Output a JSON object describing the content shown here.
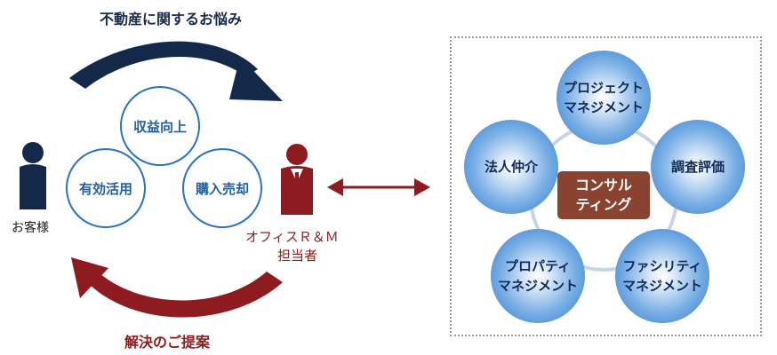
{
  "top_caption": "不動産に関するお悩み",
  "bottom_caption": "解決のご提案",
  "customer_label": "お客様",
  "agent_label_line1": "オフィスＲ＆Ｍ",
  "agent_label_line2": "担当者",
  "left_circles": [
    "収益向上",
    "有効活用",
    "購入売却"
  ],
  "consulting_line1": "コンサル",
  "consulting_line2": "ティング",
  "services": [
    {
      "line1": "プロジェクト",
      "line2": "マネジメント"
    },
    {
      "line1": "調査評価",
      "line2": ""
    },
    {
      "line1": "ファシリティ",
      "line2": "マネジメント"
    },
    {
      "line1": "プロパティ",
      "line2": "マネジメント"
    },
    {
      "line1": "法人仲介",
      "line2": ""
    }
  ],
  "colors": {
    "navy": "#1a2b4a",
    "red": "#8e1b1f",
    "blue": "#2c73b8",
    "brown": "#8a4330"
  }
}
